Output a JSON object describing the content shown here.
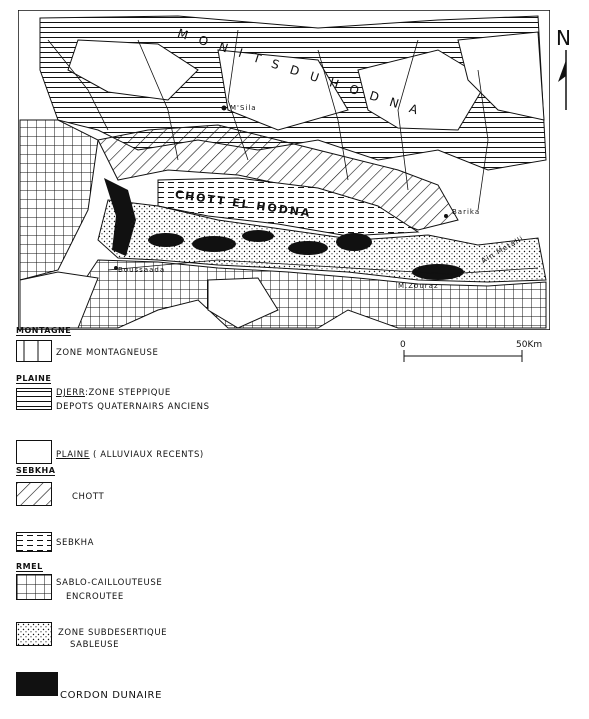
{
  "map": {
    "range_name": "M O N I T S   D U   H O D N A",
    "chott_name": "CHOTT EL HODNA",
    "places": {
      "msila": "M'Sila",
      "barika": "Barika",
      "boussaada": "Boussaada",
      "medjedel": "M.Zouraz",
      "ain_metalli": "Ain Metalli"
    }
  },
  "north": {
    "letter": "N"
  },
  "scale": {
    "zero": "0",
    "max": "50Km"
  },
  "legend": {
    "montagne": {
      "heading": "MONTAGNE",
      "text": "ZONE MONTAGNEUSE"
    },
    "plaine": {
      "heading": "PLAINE",
      "djerr_prefix": "DJERR",
      "djerr_text": ":ZONE STEPPIQUE",
      "depots": "DEPOTS QUATERNAIRS ANCIENS"
    },
    "plaine_recente": {
      "underlined": "PLAINE",
      "rest": " ( ALLUVIAUX RECENTS)"
    },
    "sebkha_head": {
      "heading": "SEBKHA"
    },
    "chott": {
      "text": "CHOTT"
    },
    "sebkha": {
      "text": "SEBKHA"
    },
    "rmel": {
      "heading": "RMEL",
      "line1": "SABLO-CAILLOUTEUSE",
      "line2": "ENCROUTEE"
    },
    "subdesert": {
      "line1": "ZONE SUBDESERTIQUE",
      "line2": "SABLEUSE"
    },
    "cordon": {
      "text": "CORDON DUNAIRE"
    }
  }
}
